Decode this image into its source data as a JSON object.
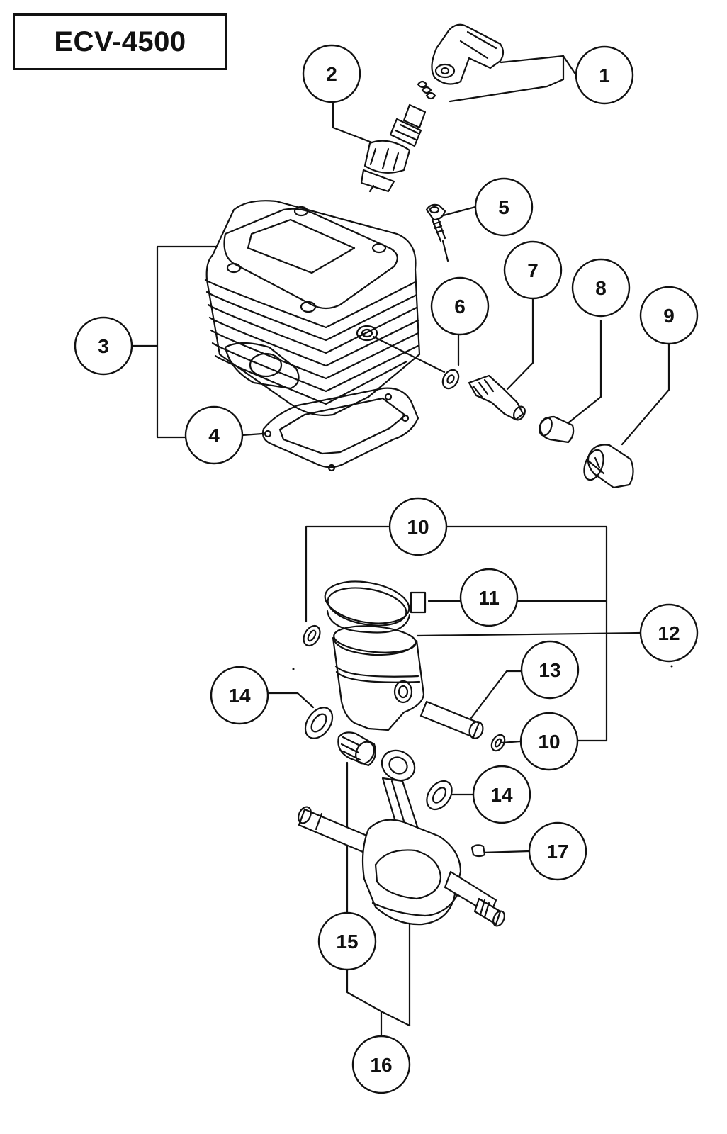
{
  "model": "ECV-4500",
  "colors": {
    "ink": "#111111",
    "paper": "#ffffff"
  },
  "callouts": [
    {
      "id": "c1",
      "label": "1"
    },
    {
      "id": "c2",
      "label": "2"
    },
    {
      "id": "c3",
      "label": "3"
    },
    {
      "id": "c4",
      "label": "4"
    },
    {
      "id": "c5",
      "label": "5"
    },
    {
      "id": "c6",
      "label": "6"
    },
    {
      "id": "c7",
      "label": "7"
    },
    {
      "id": "c8",
      "label": "8"
    },
    {
      "id": "c9",
      "label": "9"
    },
    {
      "id": "c10a",
      "label": "10"
    },
    {
      "id": "c11",
      "label": "11"
    },
    {
      "id": "c12",
      "label": "12"
    },
    {
      "id": "c13",
      "label": "13"
    },
    {
      "id": "c14a",
      "label": "14"
    },
    {
      "id": "c10b",
      "label": "10"
    },
    {
      "id": "c14b",
      "label": "14"
    },
    {
      "id": "c17",
      "label": "17"
    },
    {
      "id": "c15",
      "label": "15"
    },
    {
      "id": "c16",
      "label": "16"
    }
  ]
}
